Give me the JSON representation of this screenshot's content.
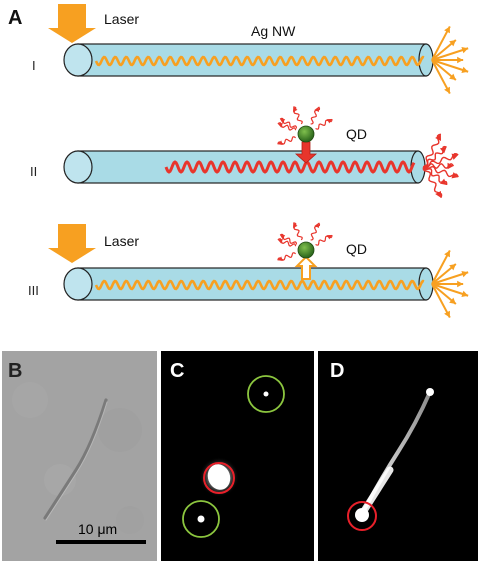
{
  "panels": {
    "a": {
      "letter": "A",
      "rows": [
        {
          "roman": "I",
          "laser_label": "Laser",
          "qd_label": ""
        },
        {
          "roman": "II",
          "laser_label": "",
          "qd_label": "QD"
        },
        {
          "roman": "III",
          "laser_label": "Laser",
          "qd_label": "QD"
        }
      ],
      "nanowire_label": "Ag NW"
    },
    "b": {
      "letter": "B",
      "scale_bar_label": "10 μm"
    },
    "c": {
      "letter": "C"
    },
    "d": {
      "letter": "D"
    }
  },
  "colors": {
    "nanowire_fill": "#a9dbe6",
    "plasmon_orange": "#f7a021",
    "emission_red": "#e8352c",
    "qd_green": "#3f7d2a",
    "circle_green": "#8cc63f",
    "circle_red": "#e8202a",
    "micrograph_gray": "#a3a3a3"
  }
}
